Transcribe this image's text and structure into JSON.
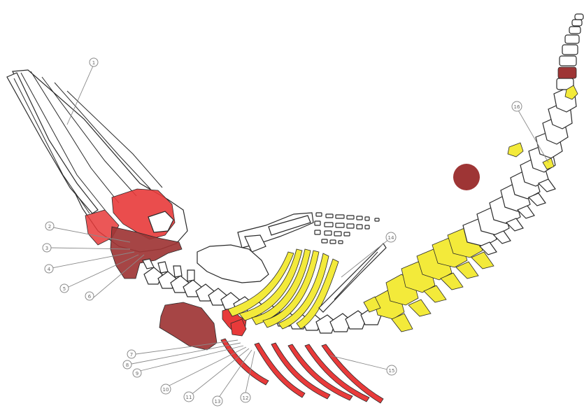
{
  "colors": {
    "red": "#e83a3a",
    "dark_red": "#9e3535",
    "yellow": "#f3ea3a",
    "outline": "#2a2a2a",
    "label_gray": "#8a8a8a"
  },
  "labels": [
    {
      "id": "1",
      "text": "1"
    },
    {
      "id": "2",
      "text": "2"
    },
    {
      "id": "3",
      "text": "3"
    },
    {
      "id": "4",
      "text": "4"
    },
    {
      "id": "5",
      "text": "5"
    },
    {
      "id": "6",
      "text": "6"
    },
    {
      "id": "7",
      "text": "7"
    },
    {
      "id": "8",
      "text": "8"
    },
    {
      "id": "9",
      "text": "9"
    },
    {
      "id": "10",
      "text": "10"
    },
    {
      "id": "11",
      "text": "11"
    },
    {
      "id": "12",
      "text": "12"
    },
    {
      "id": "13",
      "text": "13"
    },
    {
      "id": "14",
      "text": "14"
    },
    {
      "id": "15",
      "text": "15"
    },
    {
      "id": "16",
      "text": "16"
    }
  ]
}
